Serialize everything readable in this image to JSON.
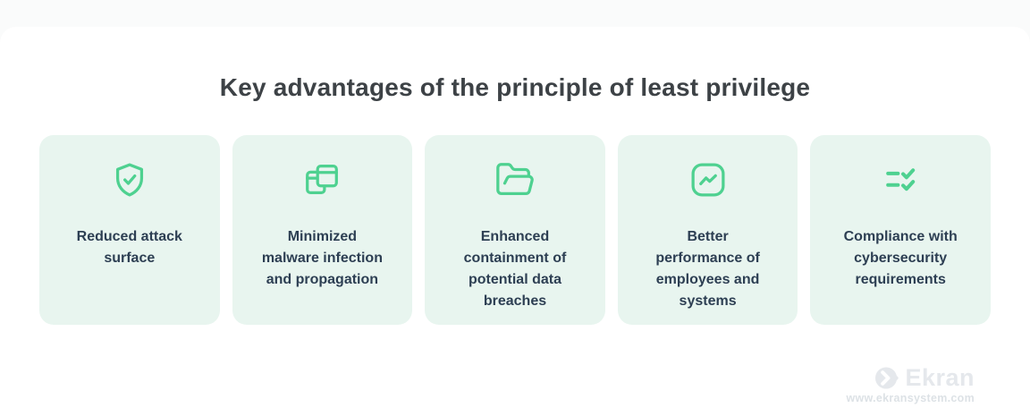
{
  "header": {
    "title": "Key advantages of the principle of least privilege"
  },
  "cards": [
    {
      "icon": "shield-check-icon",
      "label": [
        "Reduced attack",
        "surface"
      ]
    },
    {
      "icon": "overlapping-windows-icon",
      "label": [
        "Minimized",
        "malware infection",
        "and propagation"
      ]
    },
    {
      "icon": "folder-open-icon",
      "label": [
        "Enhanced",
        "containment of",
        "potential data",
        "breaches"
      ]
    },
    {
      "icon": "trend-line-icon",
      "label": [
        "Better",
        "performance of",
        "employees and",
        "systems"
      ]
    },
    {
      "icon": "checklist-icon",
      "label": [
        "Compliance with",
        "cybersecurity",
        "requirements"
      ]
    }
  ],
  "brand": {
    "name": "Ekran",
    "url": "www.ekransystem.com"
  },
  "colors": {
    "accent_green": "#4ed190",
    "card_bg": "#e8f5ef",
    "card_text": "#2d3f53",
    "title_text": "#3d4246",
    "watermark_gray": "#e5e8ec"
  }
}
